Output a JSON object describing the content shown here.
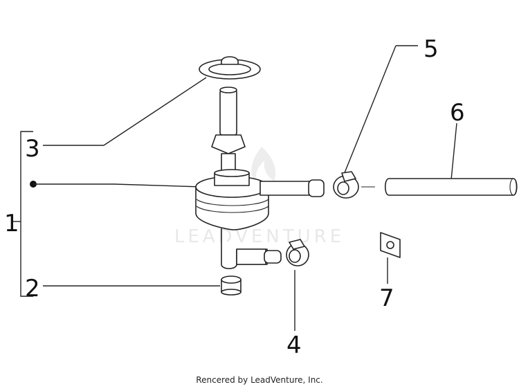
{
  "callouts": [
    {
      "id": "1",
      "label": "1"
    },
    {
      "id": "2",
      "label": "2"
    },
    {
      "id": "3",
      "label": "3"
    },
    {
      "id": "4",
      "label": "4"
    },
    {
      "id": "5",
      "label": "5"
    },
    {
      "id": "6",
      "label": "6"
    },
    {
      "id": "7",
      "label": "7"
    }
  ],
  "watermark": {
    "text": "LEADVENTURE"
  },
  "footer": {
    "text": "Rencered by LeadVenture, Inc."
  },
  "colors": {
    "line": "#222222",
    "background": "#ffffff",
    "watermark": "#e8e8e8"
  }
}
